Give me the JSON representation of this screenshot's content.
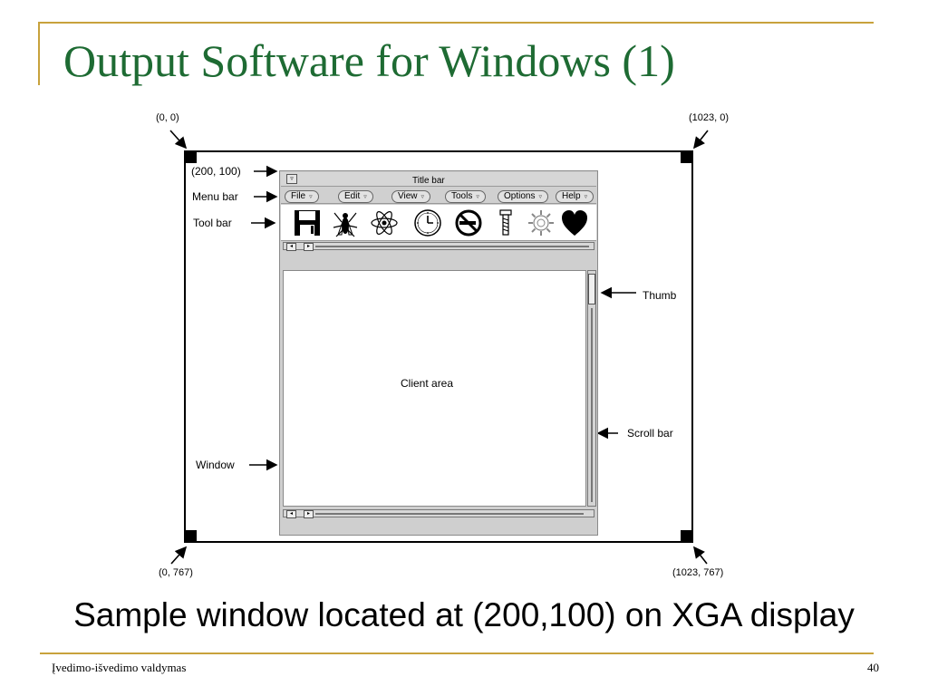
{
  "slide": {
    "title": "Output Software for Windows (1)",
    "caption": "Sample window located at (200,100) on XGA display",
    "footer_left": "Įvedimo-išvedimo valdymas",
    "page_number": "40"
  },
  "diagram": {
    "corners": {
      "top_left": "(0, 0)",
      "top_right": "(1023, 0)",
      "bottom_left": "(0, 767)",
      "bottom_right": "(1023, 767)"
    },
    "window_origin": "(200, 100)",
    "labels": {
      "menu_bar": "Menu bar",
      "tool_bar": "Tool bar",
      "window": "Window",
      "thumb": "Thumb",
      "scroll_bar": "Scroll bar"
    }
  },
  "window": {
    "title": "Title bar",
    "client_area": "Client area",
    "menus": [
      "File",
      "Edit",
      "View",
      "Tools",
      "Options",
      "Help"
    ],
    "menu_indicator": "▿",
    "tools": [
      "floppy-disk-icon",
      "fly-icon",
      "atom-icon",
      "clock-icon",
      "no-smoking-icon",
      "screw-icon",
      "gear-icon",
      "heart-icon"
    ]
  }
}
